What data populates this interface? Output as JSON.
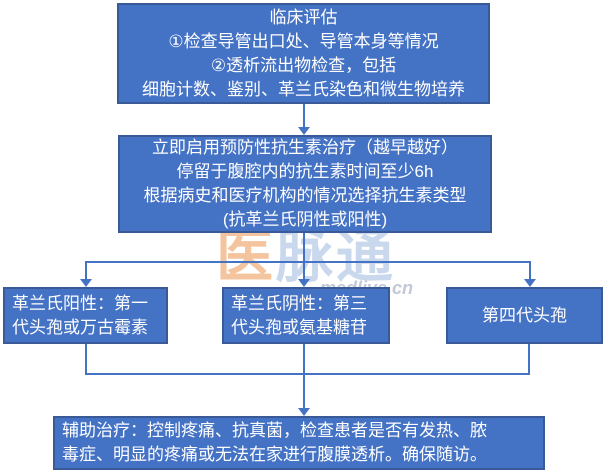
{
  "flowchart": {
    "nodes": {
      "assessment": {
        "text": "临床评估\n①检查导管出口处、导管本身等情况\n②透析流出物检查，包括\n细胞计数、鉴别、革兰氏染色和微生物培养"
      },
      "antibiotics": {
        "text": "立即启用预防性抗生素治疗（越早越好）\n停留于腹腔内的抗生素时间至少6h\n根据病史和医疗机构的情况选择抗生素类型\n(抗革兰氏阴性或阳性)"
      },
      "gram_positive": {
        "text": "革兰氏阳性：第一\n代头孢或万古霉素"
      },
      "gram_negative": {
        "text": "革兰氏阴性：第三\n代头孢或氨基糖苷"
      },
      "fourth_gen": {
        "text": "第四代头孢"
      },
      "adjuvant": {
        "text": "辅助治疗：控制疼痛、抗真菌，检查患者是否有发热、脓\n毒症、明显的疼痛或无法在家进行腹膜透析。确保随访。"
      }
    },
    "colors": {
      "node_fill": "#4472c4",
      "node_border": "#3a5a97",
      "connector": "#4472c4",
      "node_text": "#ffffff"
    },
    "watermark": {
      "logo_first_char": "医",
      "logo_rest": "脉通",
      "site": "medlive.cn"
    }
  }
}
